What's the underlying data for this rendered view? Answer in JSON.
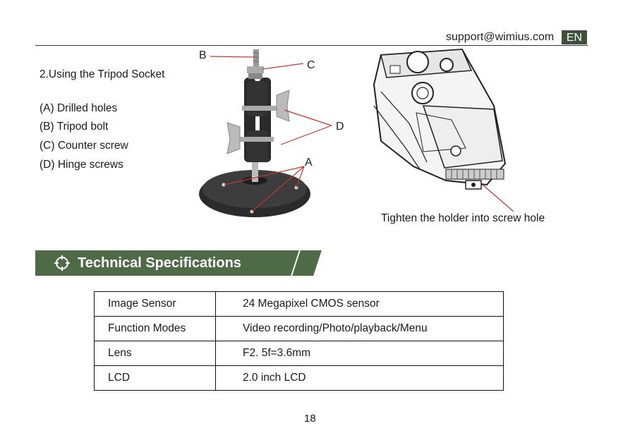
{
  "header": {
    "email": "support@wimius.com",
    "language": "EN"
  },
  "tripod": {
    "title": "2.Using the Tripod Socket",
    "legend": [
      "(A) Drilled holes",
      "(B) Tripod bolt",
      "(C) Counter screw",
      "(D) Hinge screws"
    ],
    "callouts": {
      "a": "A",
      "b": "B",
      "c": "C",
      "d": "D"
    }
  },
  "camera": {
    "caption": "Tighten the holder into screw hole"
  },
  "specs": {
    "heading": "Technical Specifications",
    "rows": [
      {
        "label": "Image Sensor",
        "value": "24 Megapixel CMOS sensor"
      },
      {
        "label": "Function Modes",
        "value": "Video recording/Photo/playback/Menu"
      },
      {
        "label": "Lens",
        "value": "F2. 5f=3.6mm"
      },
      {
        "label": "LCD",
        "value": "2.0 inch LCD"
      }
    ]
  },
  "footer": {
    "page_number": "18"
  },
  "colors": {
    "banner": "#4f6a47",
    "badge": "#3e4f3a",
    "callout_line": "#c0392b"
  }
}
